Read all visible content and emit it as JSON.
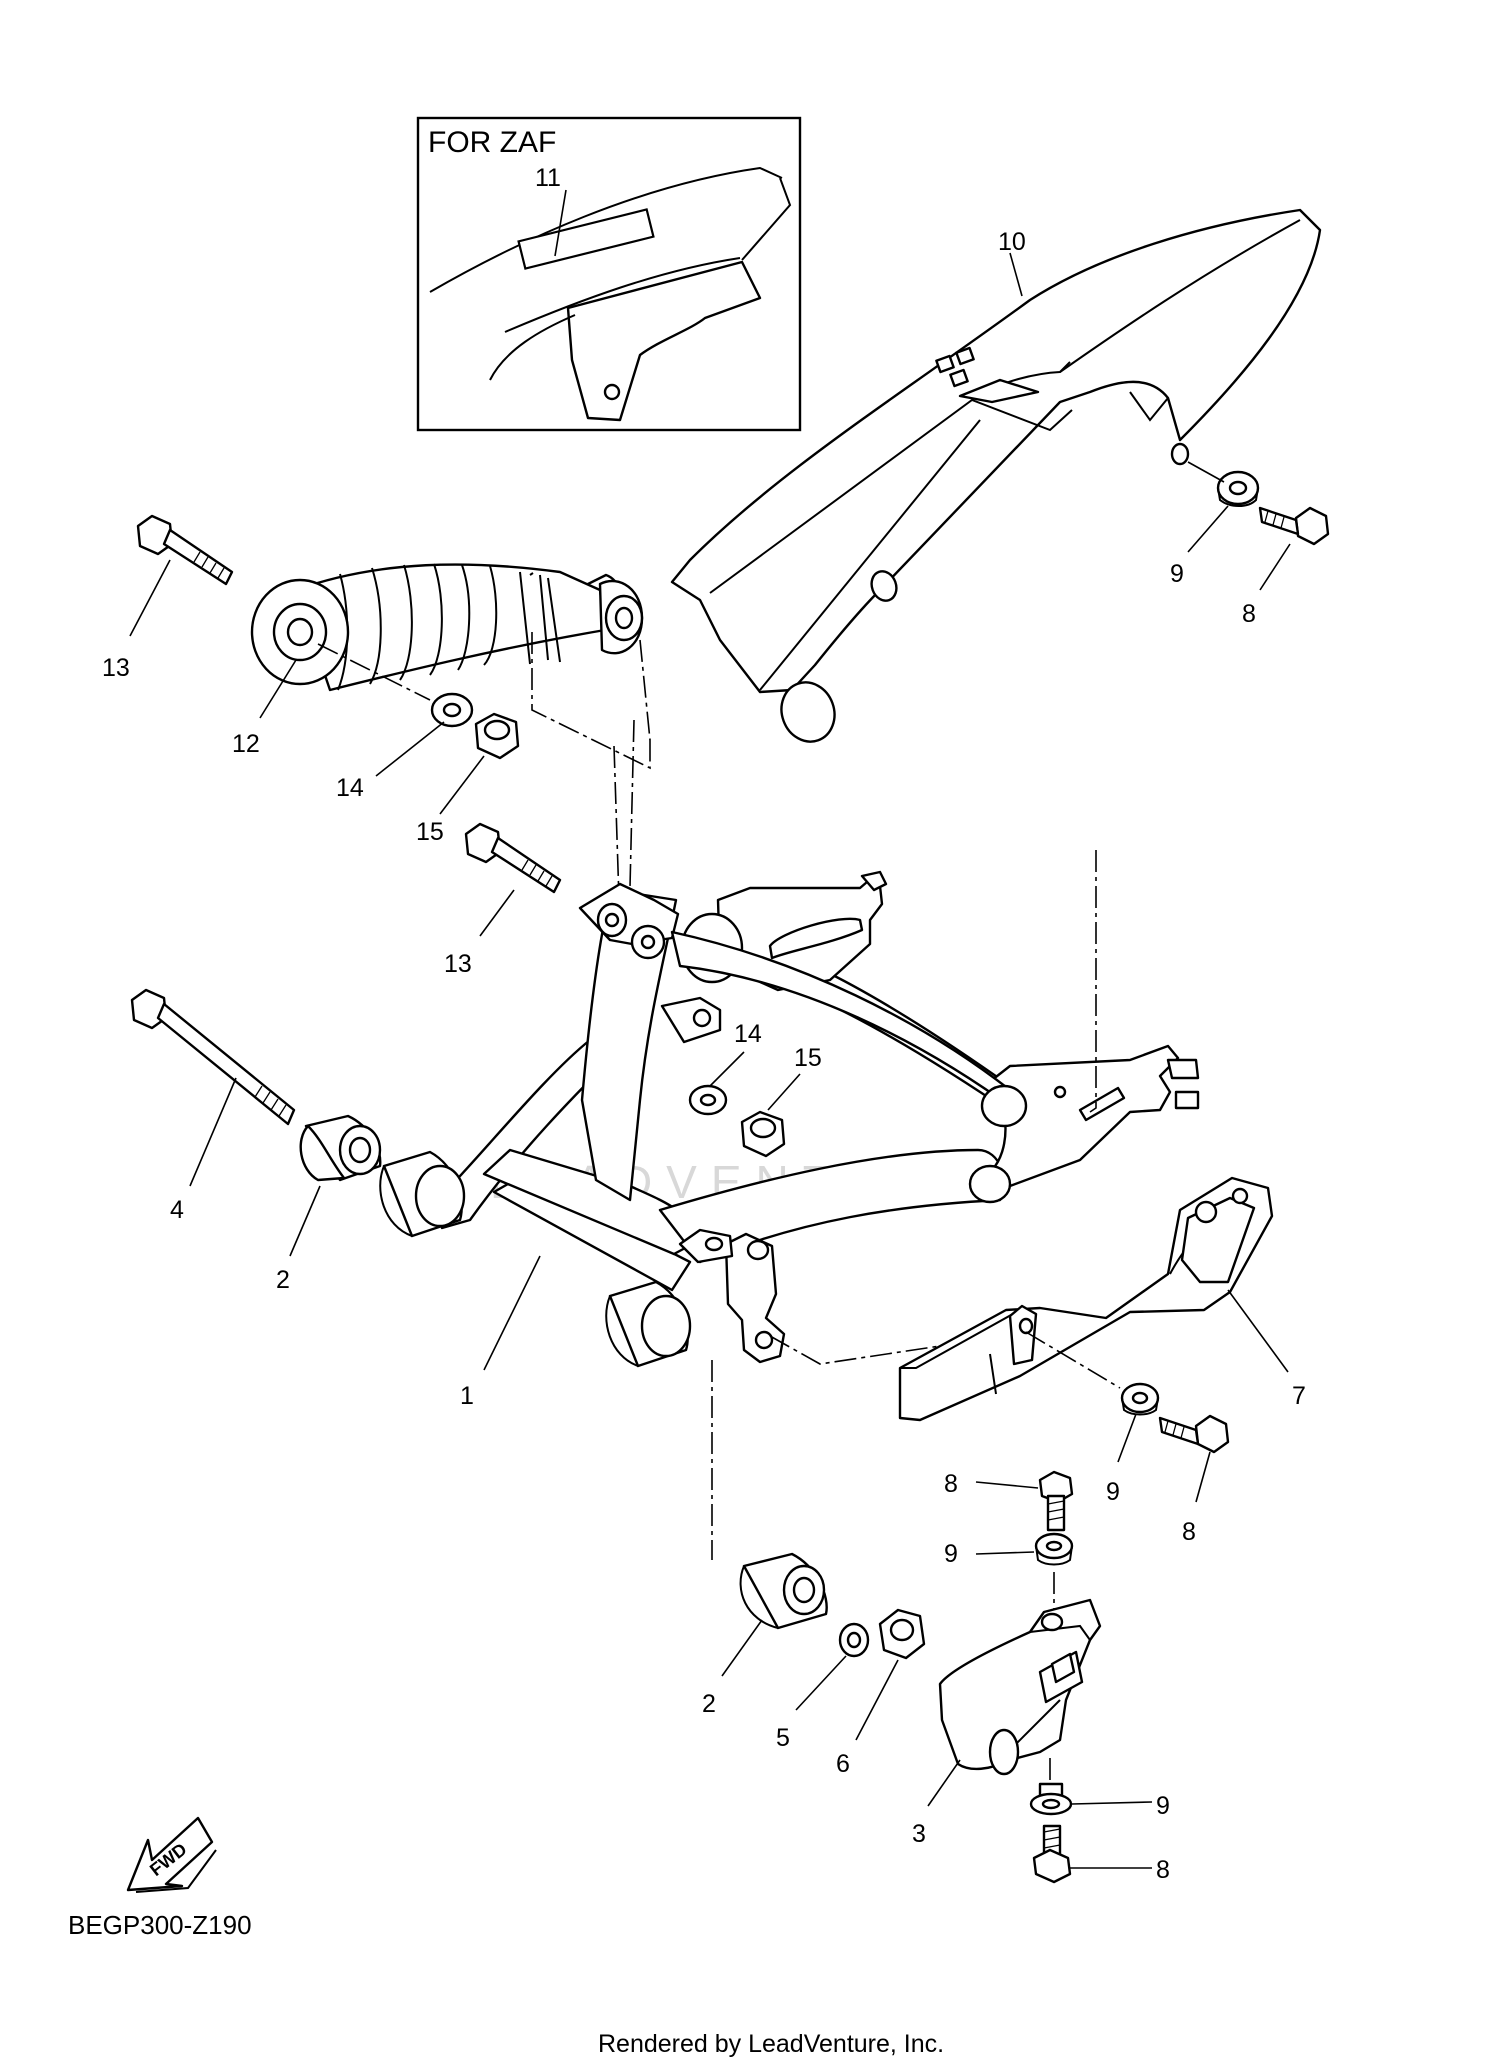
{
  "inset": {
    "title": "FOR ZAF"
  },
  "callouts": {
    "c1": "1",
    "c2a": "2",
    "c2b": "2",
    "c3": "3",
    "c4": "4",
    "c5": "5",
    "c6": "6",
    "c7": "7",
    "c8a": "8",
    "c8b": "8",
    "c8c": "8",
    "c8d": "8",
    "c9a": "9",
    "c9b": "9",
    "c9c": "9",
    "c9d": "9",
    "c10": "10",
    "c11": "11",
    "c12": "12",
    "c13a": "13",
    "c13b": "13",
    "c14a": "14",
    "c14b": "14",
    "c15a": "15",
    "c15b": "15"
  },
  "fwd_label": "FWD",
  "diagram_code": "BEGP300-Z190",
  "watermark": "LEADVENTURE",
  "footer": "Rendered by LeadVenture, Inc."
}
